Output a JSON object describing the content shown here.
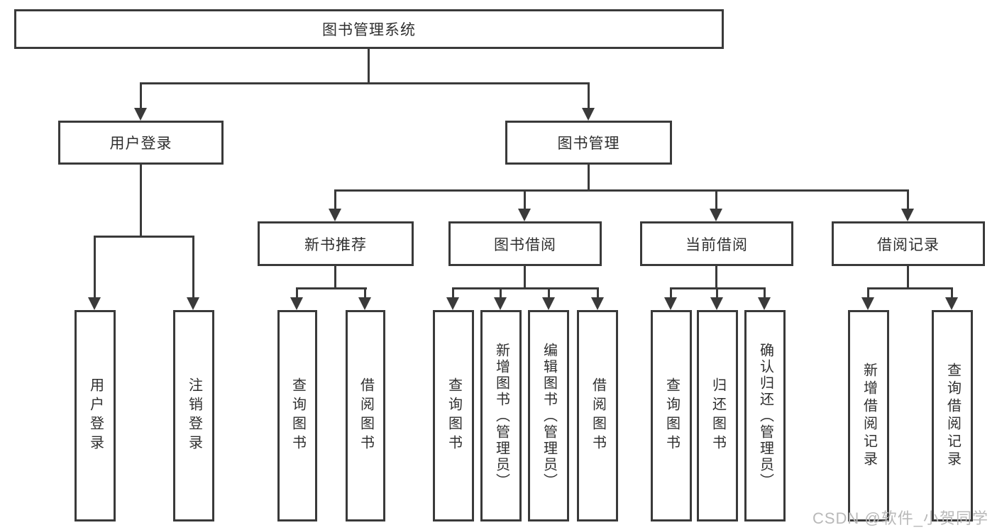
{
  "diagram": {
    "root": "图书管理系统",
    "branches": {
      "user_login": "用户登录",
      "book_management": "图书管理"
    },
    "modules": {
      "new_book_recommend": "新书推荐",
      "book_borrow": "图书借阅",
      "current_borrow": "当前借阅",
      "borrow_records": "借阅记录"
    },
    "leaves": {
      "user_login": "用户登录",
      "logout": "注销登录",
      "nb_query_book": "查询图书",
      "nb_borrow_book": "借阅图书",
      "bb_query_book": "查询图书",
      "bb_add_book": "新增图书（管理员）",
      "bb_edit_book": "编辑图书（管理员）",
      "bb_borrow_book": "借阅图书",
      "cb_query_book": "查询图书",
      "cb_return_book": "归还图书",
      "cb_confirm_return": "确认归还（管理员）",
      "br_add_record": "新增借阅记录",
      "br_query_record": "查询借阅记录"
    }
  },
  "watermark": "CSDN @软件_小贺同学",
  "colors": {
    "line": "#3a3a3a",
    "text": "#2f2f2f",
    "box_background": "#ffffff",
    "watermark": "#b9b9b9"
  }
}
